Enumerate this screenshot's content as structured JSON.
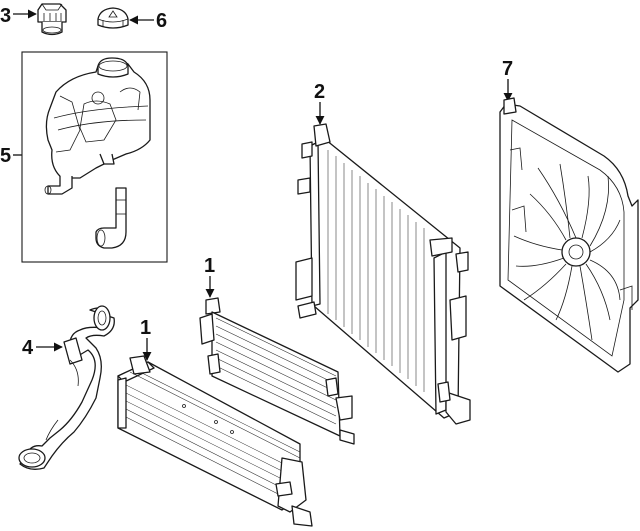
{
  "callouts": {
    "c1a": "1",
    "c1b": "1",
    "c2": "2",
    "c3": "3",
    "c4": "4",
    "c5": "5",
    "c6": "6",
    "c7": "7"
  },
  "colors": {
    "line": "#1a1a1a",
    "background": "#ffffff"
  }
}
